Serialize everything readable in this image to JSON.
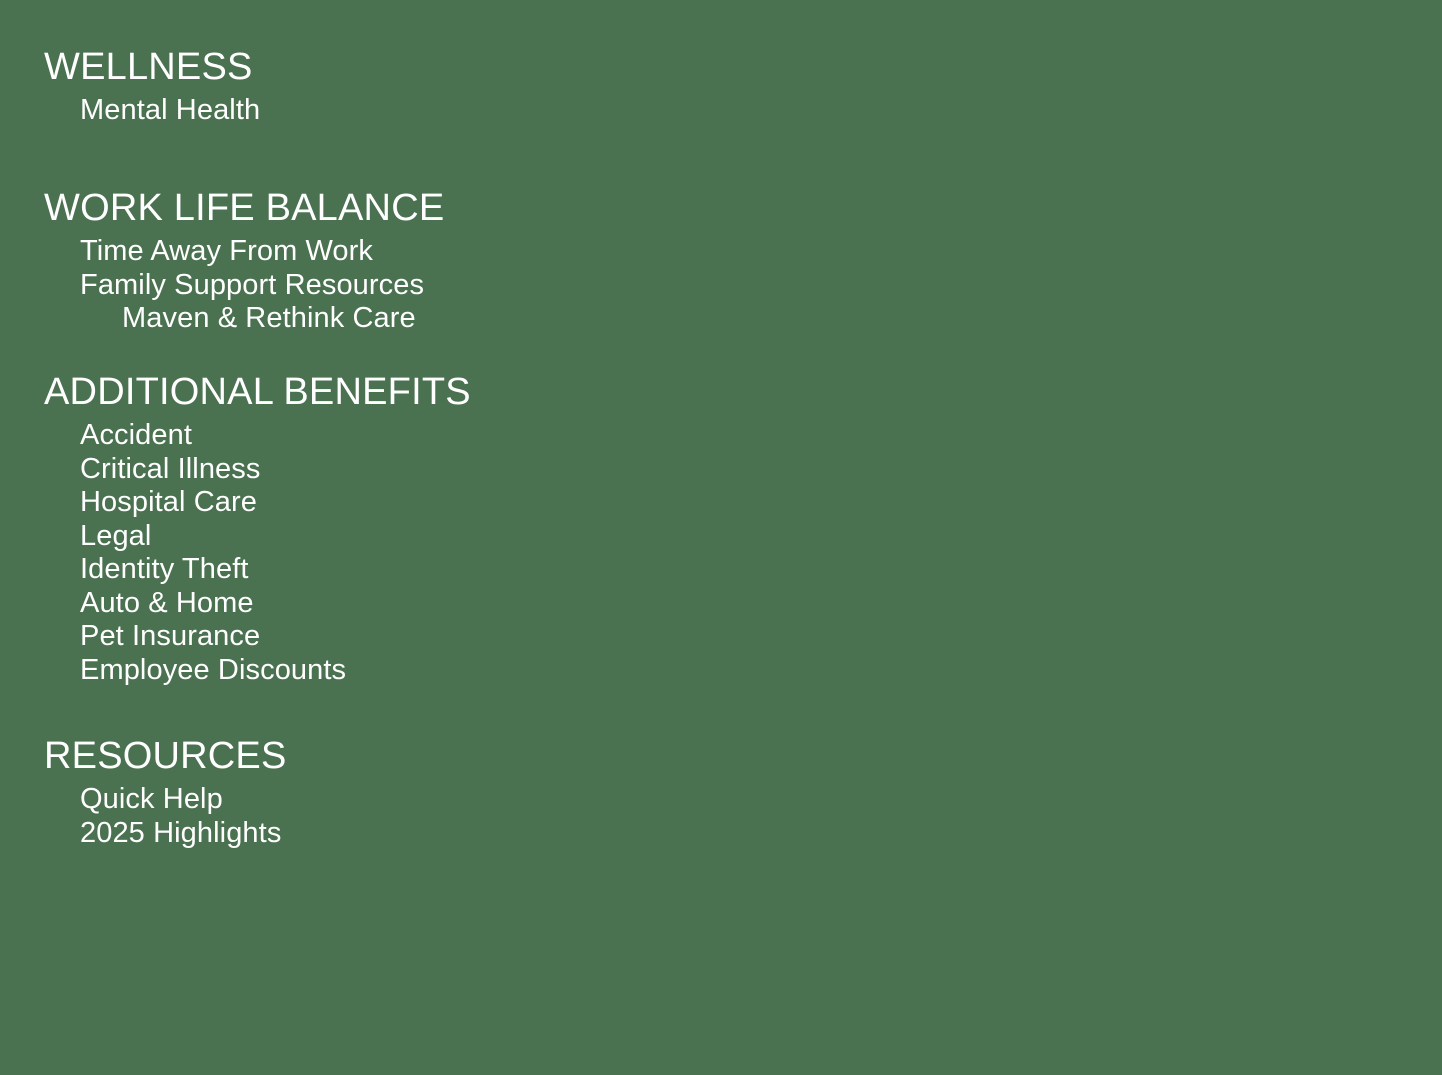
{
  "panel": {
    "name": "benefits-navigation-menu",
    "background_color": "#4a7150",
    "text_color": "#ffffff"
  },
  "sections": [
    {
      "id": "wellness",
      "heading": "WELLNESS",
      "items": [
        {
          "label": "Mental Health",
          "level": 1
        }
      ]
    },
    {
      "id": "work-life-balance",
      "heading": "WORK LIFE BALANCE",
      "items": [
        {
          "label": "Time Away From Work",
          "level": 1
        },
        {
          "label": "Family Support Resources",
          "level": 1
        },
        {
          "label": "Maven & Rethink Care",
          "level": 2
        }
      ]
    },
    {
      "id": "additional-benefits",
      "heading": "ADDITIONAL BENEFITS",
      "items": [
        {
          "label": "Accident",
          "level": 1
        },
        {
          "label": "Critical Illness",
          "level": 1
        },
        {
          "label": "Hospital Care",
          "level": 1
        },
        {
          "label": "Legal",
          "level": 1
        },
        {
          "label": "Identity Theft",
          "level": 1
        },
        {
          "label": "Auto & Home",
          "level": 1
        },
        {
          "label": "Pet Insurance",
          "level": 1
        },
        {
          "label": "Employee Discounts",
          "level": 1
        }
      ]
    },
    {
      "id": "resources",
      "heading": "RESOURCES",
      "items": [
        {
          "label": "Quick Help",
          "level": 1
        },
        {
          "label": "2025 Highlights",
          "level": 1
        }
      ]
    }
  ]
}
